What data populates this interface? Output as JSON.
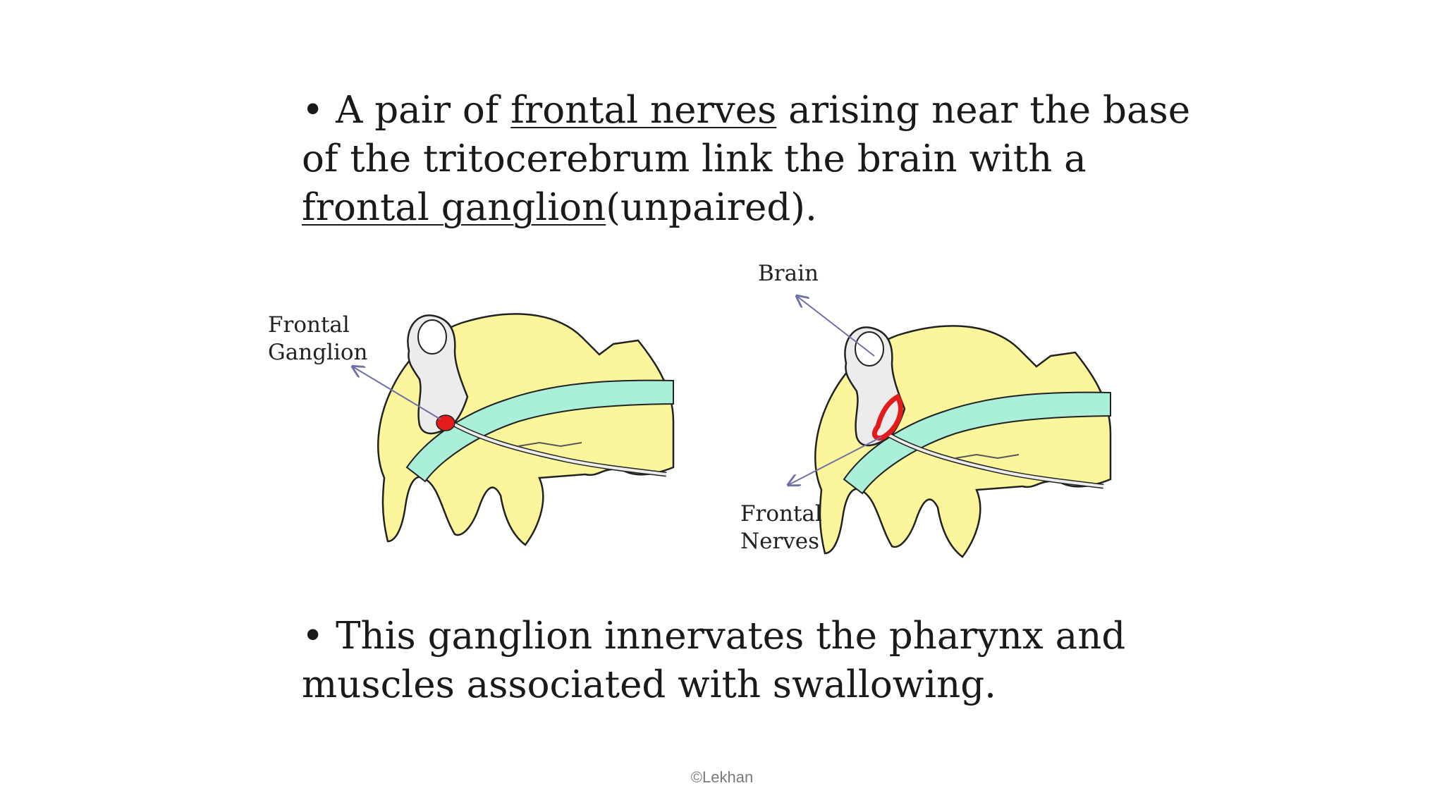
{
  "bullet1": {
    "marker": "•",
    "t1": " A pair of ",
    "u1": "frontal nerves",
    "t2": " arising near the base of the tritocerebrum link the brain with a ",
    "u2": "frontal ganglion",
    "t3": "(unpaired)."
  },
  "bullet2": {
    "marker": "•",
    "text": " This ganglion innervates the pharynx and muscles associated with swallowing."
  },
  "labels": {
    "frontal_ganglion_line1": "Frontal",
    "frontal_ganglion_line2": "Ganglion",
    "brain": "Brain",
    "frontal_nerves_line1": "Frontal",
    "frontal_nerves_line2": "Nerves"
  },
  "footer": "©Lekhan",
  "colors": {
    "head": "#fbf59c",
    "gut": "#a9efd9",
    "nerve_tissue": "#ececec",
    "highlight": "#e41b1b",
    "arrow": "#7070a8",
    "outline": "#222222"
  }
}
